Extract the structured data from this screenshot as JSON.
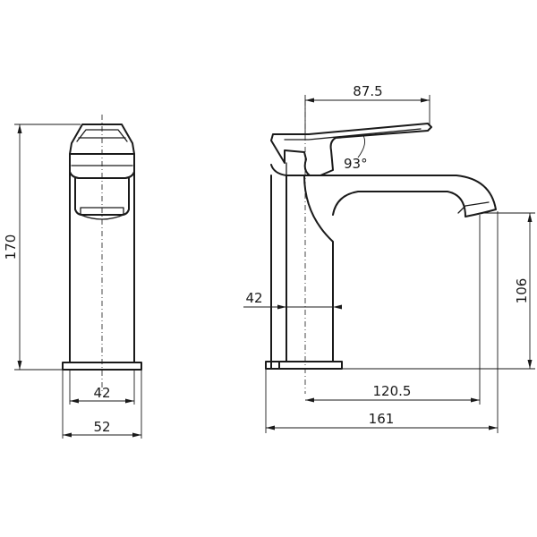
{
  "drawing": {
    "front_view": {
      "height_label": "170",
      "spout_width_label": "42",
      "base_width_label": "52"
    },
    "side_view": {
      "handle_reach_label": "87.5",
      "handle_angle_label": "93°",
      "body_width_label": "42",
      "spout_height_label": "106",
      "spout_reach_label": "120.5",
      "overall_length_label": "161"
    }
  }
}
